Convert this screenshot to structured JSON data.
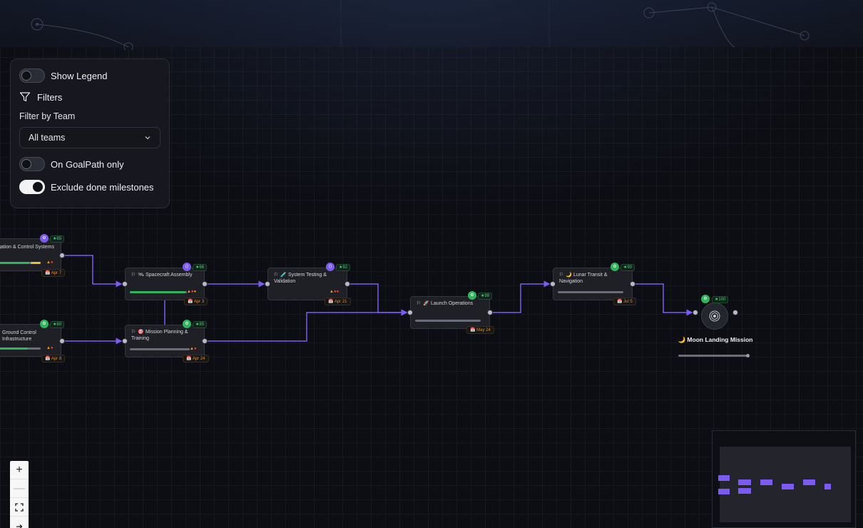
{
  "filter_panel": {
    "show_legend_label": "Show Legend",
    "show_legend_on": false,
    "filters_label": "Filters",
    "filter_by_team_label": "Filter by Team",
    "team_select_value": "All teams",
    "goalpath_only_label": "On GoalPath only",
    "goalpath_only_on": false,
    "exclude_done_label": "Exclude done milestones",
    "exclude_done_on": true
  },
  "nodes": [
    {
      "id": "nav-control",
      "title": "Navigation & Control Systems",
      "score": "65",
      "date": "Apr 7",
      "progress": 0.85
    },
    {
      "id": "ground-control",
      "title": "Ground Control Infrastructure",
      "score": "80",
      "date": "Apr 8",
      "progress": 0.82
    },
    {
      "id": "spacecraft-assembly",
      "title": "🛰 Spacecraft Assembly",
      "score": "66",
      "date": "Apr 3",
      "progress": 0.8
    },
    {
      "id": "mission-planning",
      "title": "🎯 Mission Planning & Training",
      "score": "85",
      "date": "Apr 24",
      "progress": 0.0
    },
    {
      "id": "system-testing",
      "title": "🧪 System Testing & Validation",
      "score": "92",
      "date": "Apr 21",
      "progress": 0.0
    },
    {
      "id": "launch-operations",
      "title": "🚀 Launch Operations",
      "score": "98",
      "date": "May 24",
      "progress": 0.0
    },
    {
      "id": "lunar-transit",
      "title": "🌙 Lunar Transit & Navigation",
      "score": "90",
      "date": "Jul 5",
      "progress": 0.0
    },
    {
      "id": "moon-landing",
      "title": "🌙 Moon Landing Mission",
      "score": "100",
      "date": "",
      "progress": 0.0
    }
  ],
  "zoom_controls": {
    "zoom_in": "+",
    "zoom_out": "—"
  },
  "colors": {
    "edge": "#7c5cf0",
    "progress_done": "#30b55e",
    "accent_purple": "#7c5cf0",
    "date_orange": "#e38a2b"
  },
  "icons": [
    "filter-icon",
    "chevron-down-icon",
    "flag-icon",
    "calendar-icon",
    "target-icon",
    "fit-view-icon",
    "lock-icon"
  ]
}
